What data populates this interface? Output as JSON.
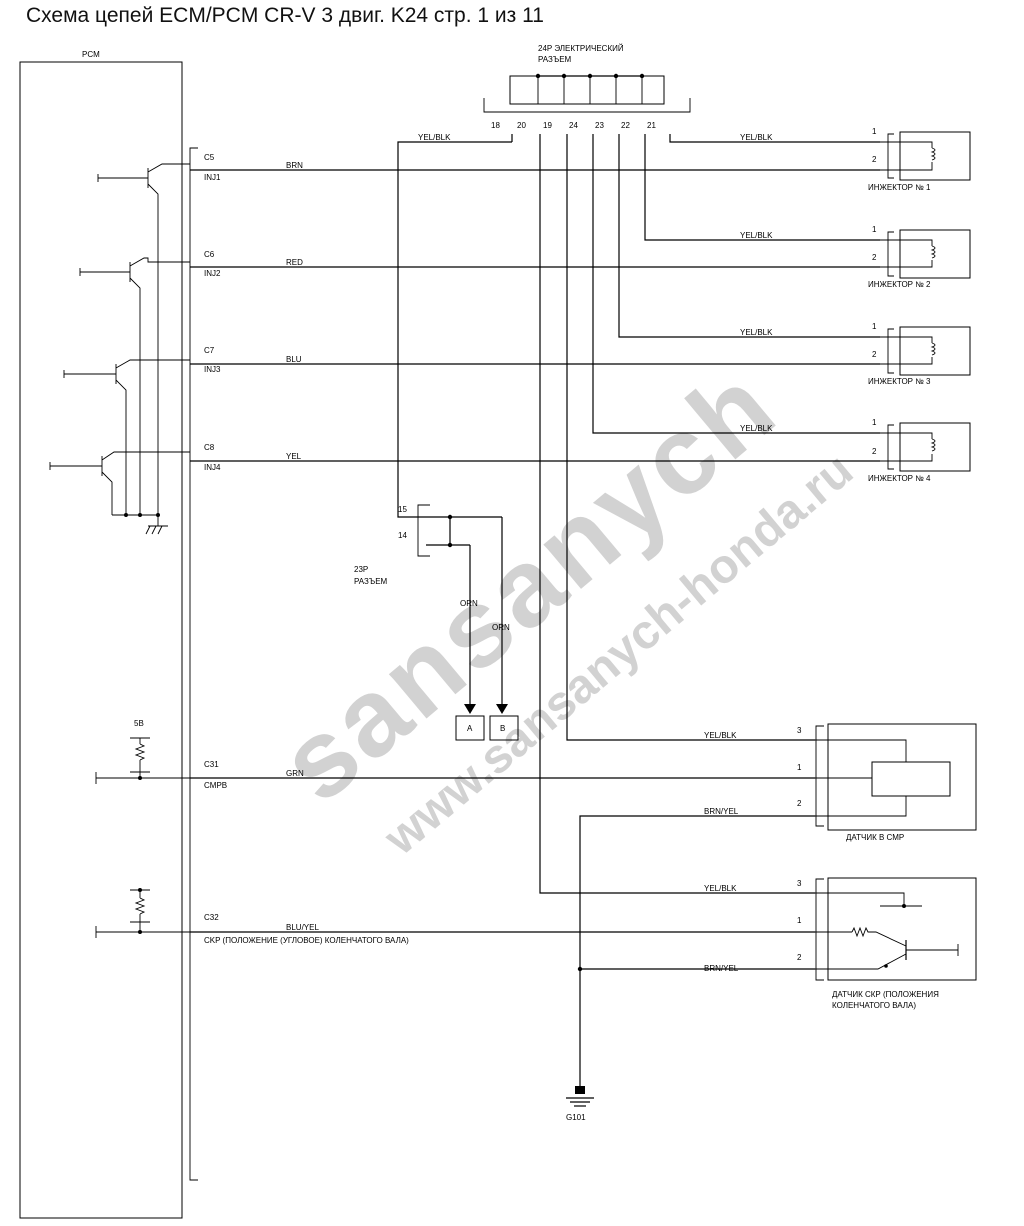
{
  "title": "Схема цепей ECM/PCM CR-V 3 двиг. K24 стр. 1 из 11",
  "pcm": {
    "label": "PCM",
    "pins": [
      {
        "pin": "C5",
        "signal": "INJ1",
        "wire": "BRN"
      },
      {
        "pin": "C6",
        "signal": "INJ2",
        "wire": "RED"
      },
      {
        "pin": "C7",
        "signal": "INJ3",
        "wire": "BLU"
      },
      {
        "pin": "C8",
        "signal": "INJ4",
        "wire": "YEL"
      },
      {
        "pin": "C31",
        "signal": "CMPB",
        "wire": "GRN"
      },
      {
        "pin": "C32",
        "signal": "CKP (ПОЛОЖЕНИЕ (УГЛОВОЕ) КОЛЕНЧАТОГО ВАЛА)",
        "wire": "BLU/YEL"
      }
    ],
    "supply_label": "5В"
  },
  "connector24": {
    "label_line1": "24P ЭЛЕКТРИЧЕСКИЙ",
    "label_line2": "РАЗЪЕМ",
    "pins": [
      "18",
      "20",
      "19",
      "24",
      "23",
      "22",
      "21"
    ],
    "feed_wire": "YEL/BLK"
  },
  "injectors": [
    {
      "name": "ИНЖЕКТОР № 1",
      "feed": "YEL/BLK",
      "pin1": "1",
      "pin2": "2"
    },
    {
      "name": "ИНЖЕКТОР № 2",
      "feed": "YEL/BLK",
      "pin1": "1",
      "pin2": "2"
    },
    {
      "name": "ИНЖЕКТОР № 3",
      "feed": "YEL/BLK",
      "pin1": "1",
      "pin2": "2"
    },
    {
      "name": "ИНЖЕКТОР № 4",
      "feed": "YEL/BLK",
      "pin1": "1",
      "pin2": "2"
    }
  ],
  "connector23": {
    "label_line1": "23P",
    "label_line2": "РАЗЪЕМ",
    "pin_top": "15",
    "pin_bottom": "14",
    "wire_a": "ORN",
    "wire_b": "ORN",
    "ref_a": "A",
    "ref_b": "B"
  },
  "cmp_sensor": {
    "name": "ДАТЧИК В СМР",
    "pin3": "3",
    "wire3": "YEL/BLK",
    "pin1": "1",
    "pin2": "2",
    "wire2": "BRN/YEL"
  },
  "ckp_sensor": {
    "name_line1": "ДАТЧИК СКР (ПОЛОЖЕНИЯ",
    "name_line2": "КОЛЕНЧАТОГО ВАЛА)",
    "pin3": "3",
    "wire3": "YEL/BLK",
    "pin1": "1",
    "pin2": "2",
    "wire2": "BRN/YEL"
  },
  "ground": {
    "label": "G101"
  },
  "watermark": {
    "line1": "sansanych",
    "line2": "www.sansanych-honda.ru"
  }
}
